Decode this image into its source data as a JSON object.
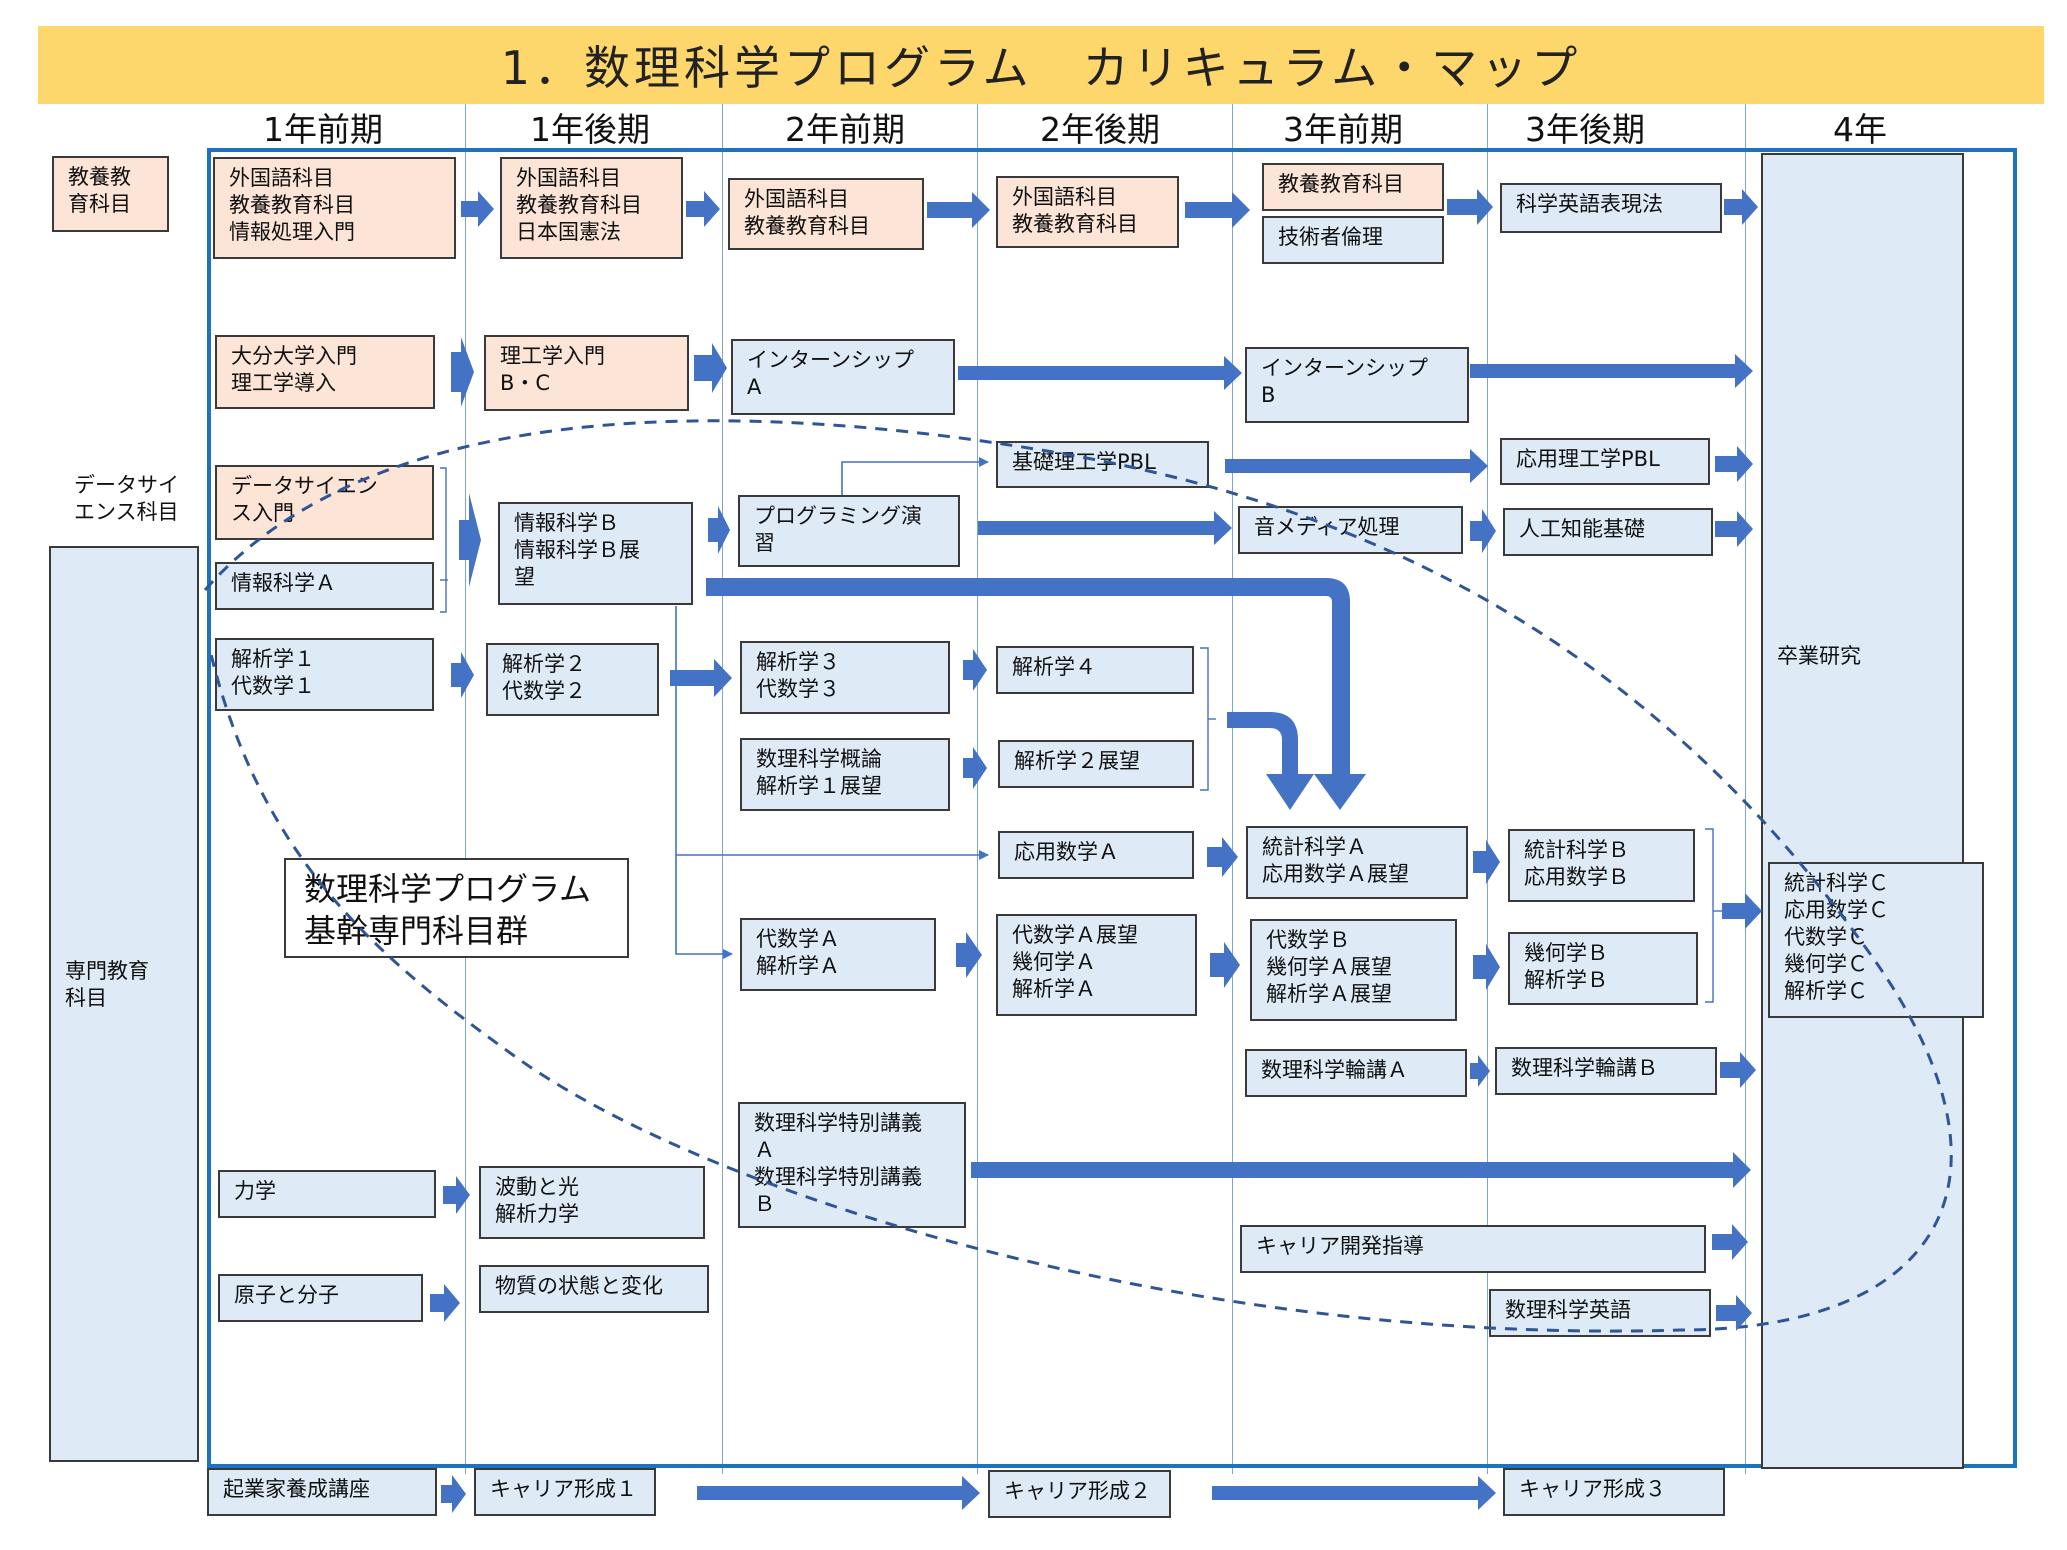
{
  "title": "1．数理科学プログラム　カリキュラム・マップ",
  "columns": [
    "1年前期",
    "1年後期",
    "2年前期",
    "2年後期",
    "3年前期",
    "3年後期",
    "4年"
  ],
  "side_labels": {
    "general": "教養教\n育科目",
    "data_science": "データサイ\nエンス科目",
    "specialized": "専門教育\n科目"
  },
  "core_group_label": "数理科学プログラム\n基幹専門科目群",
  "graduation": "卒業研究",
  "courses": {
    "y1a_general": "外国語科目\n教養教育科目\n情報処理入門",
    "y1b_general": "外国語科目\n教養教育科目\n日本国憲法",
    "y2a_general": "外国語科目\n教養教育科目",
    "y2b_general": "外国語科目\n教養教育科目",
    "y3a_general": "教養教育科目",
    "y3a_ethics": "技術者倫理",
    "y3b_english_expression": "科学英語表現法",
    "y1a_intro": "大分大学入門\n理工学導入",
    "y1b_intro": "理工学入門\nB・C",
    "y2a_intern": "インターンシップ\nA",
    "y3a_intern": "インターンシップ\nB",
    "y2b_pbl": "基礎理工学PBL",
    "y3b_pbl": "応用理工学PBL",
    "y1a_ds": "データサイエン\nス入門",
    "y1a_info_a": "情報科学Ａ",
    "y1b_info_b": "情報科学Ｂ\n情報科学Ｂ展\n望",
    "y2a_prog": "プログラミング演\n習",
    "y3a_audio": "音メディア処理",
    "y3b_ai": "人工知能基礎",
    "y1a_analysis1": "解析学１\n代数学１",
    "y1b_analysis2": "解析学２\n代数学２",
    "y2a_analysis3": "解析学３\n代数学３",
    "y2a_intro_math": "数理科学概論\n解析学１展望",
    "y2b_analysis4": "解析学４",
    "y2b_analysis2_view": "解析学２展望",
    "y2b_applied_math_a": "応用数学Ａ",
    "y3a_stats_a": "統計科学Ａ\n応用数学Ａ展望",
    "y3b_stats_b": "統計科学Ｂ\n応用数学Ｂ",
    "y2a_algebra_a": "代数学Ａ\n解析学Ａ",
    "y2b_algebra_a_view": "代数学Ａ展望\n幾何学Ａ\n解析学Ａ",
    "y3a_algebra_b": "代数学Ｂ\n幾何学Ａ展望\n解析学Ａ展望",
    "y3b_geometry_b": "幾何学Ｂ\n解析学Ｂ",
    "y4_c_courses": "統計科学Ｃ\n応用数学Ｃ\n代数学Ｃ\n幾何学Ｃ\n解析学Ｃ",
    "y3a_seminar_a": "数理科学輪講Ａ",
    "y3b_seminar_b": "数理科学輪講Ｂ",
    "y2a_special": "数理科学特別講義\nＡ\n数理科学特別講義\nＢ",
    "y1a_mechanics": "力学",
    "y1b_waves": "波動と光\n解析力学",
    "y3a_career_guide": "キャリア開発指導",
    "y3b_math_english": "数理科学英語",
    "y1a_atoms": "原子と分子",
    "y1b_matter": "物質の状態と変化",
    "y1a_entrepreneur": "起業家養成講座",
    "y1b_career1": "キャリア形成１",
    "y2b_career2": "キャリア形成２",
    "y3b_career3": "キャリア形成３"
  },
  "colors": {
    "banner": "#fdd76b",
    "frame": "#1e73be",
    "arrow": "#4472c4",
    "general_box": "#fce4d6",
    "specialized_box": "#deebf7"
  }
}
